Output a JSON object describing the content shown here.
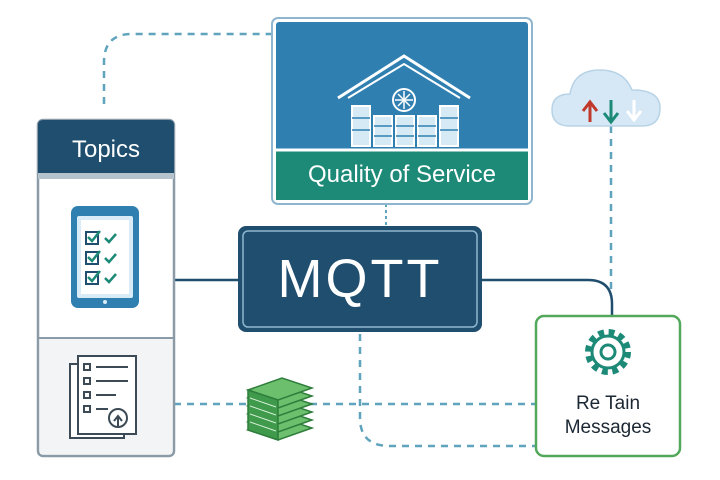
{
  "diagram": {
    "topics_label": "Topics",
    "qos_label": "Quality of Service",
    "broker_label": "MQTT",
    "retain_label": "Re Tain\nMessages"
  },
  "icons": {
    "topics_top": "tablet-checklist-icon",
    "topics_bottom": "document-checklist-icon",
    "qos": "warehouse-icon",
    "cloud": "cloud-sync-icon",
    "money": "stacked-money-icon",
    "retain": "gear-icon"
  },
  "colors": {
    "navy": "#1f4e6e",
    "blue": "#2f7fb1",
    "teal": "#1d8a78",
    "green": "#52a85b",
    "dashed": "#5fa3bd",
    "light_blue": "#c9e2f2"
  }
}
